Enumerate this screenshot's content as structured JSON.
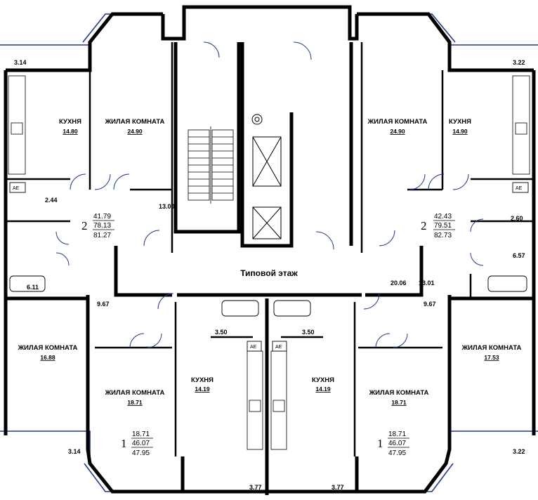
{
  "floor_title": "Типовой этаж",
  "rooms": {
    "kitchen_label": "КУХНЯ",
    "living_label": "ЖИЛАЯ КОМНАТА",
    "kitchen_tl_area": "14.80",
    "living_tl_area": "24.90",
    "living_tr_area": "24.90",
    "kitchen_tr_area": "14.90",
    "living_ml_area": "16.88",
    "living_bl_area": "18.71",
    "kitchen_bl_area": "14.19",
    "kitchen_br_area": "14.19",
    "living_br_area": "18.71",
    "living_mr_area": "17.53"
  },
  "dimensions": {
    "balcony_tl": "3.14",
    "balcony_tr": "3.22",
    "bath_l": "2.44",
    "bath_r": "2.60",
    "hall_l": "13.00",
    "wc_l": "6.11",
    "wc_r": "6.57",
    "corridor_r1": "20.06",
    "corridor_r2": "13.01",
    "hall_ml": "9.67",
    "hall_mr": "9.67",
    "bath_cl": "3.50",
    "bath_cr": "3.50",
    "balcony_bl": "3.14",
    "balcony_br": "3.22",
    "loggia_bl": "3.77",
    "loggia_br": "3.77"
  },
  "apartments": {
    "top_left": {
      "rooms": "2",
      "living": "41.79",
      "total": "78.13",
      "full": "81.27"
    },
    "top_right": {
      "rooms": "2",
      "living": "42.43",
      "total": "79.51",
      "full": "82.73"
    },
    "bottom_left": {
      "rooms": "1",
      "living": "18.71",
      "total": "46.07",
      "full": "47.95"
    },
    "bottom_right": {
      "rooms": "1",
      "living": "18.71",
      "total": "46.07",
      "full": "47.95"
    }
  },
  "meter_label": "AE"
}
